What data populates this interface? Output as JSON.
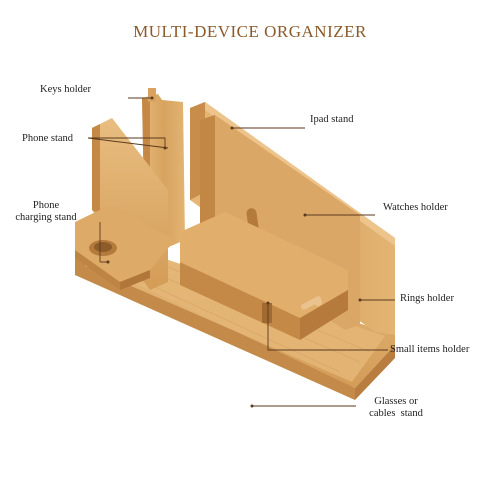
{
  "title": "MULTI-DEVICE ORGANIZER",
  "colors": {
    "title": "#8a5a2b",
    "wood_light": "#e2b271",
    "wood_mid": "#d29d58",
    "wood_dark": "#b98043",
    "leader_line": "#5b3a1e"
  },
  "product": {
    "image_description_name": "bamboo-multi-device-organizer"
  },
  "labels": {
    "keys_holder": "Keys holder",
    "ipad_stand": "Ipad stand",
    "phone_stand": "Phone stand",
    "phone_charging_stand_line1": "Phone",
    "phone_charging_stand_line2": "charging stand",
    "watches_holder": "Watches holder",
    "rings_holder": "Rings holder",
    "small_items_holder": "Small items holder",
    "glasses_line1": "Glasses or",
    "glasses_line2": "cables  stand"
  }
}
